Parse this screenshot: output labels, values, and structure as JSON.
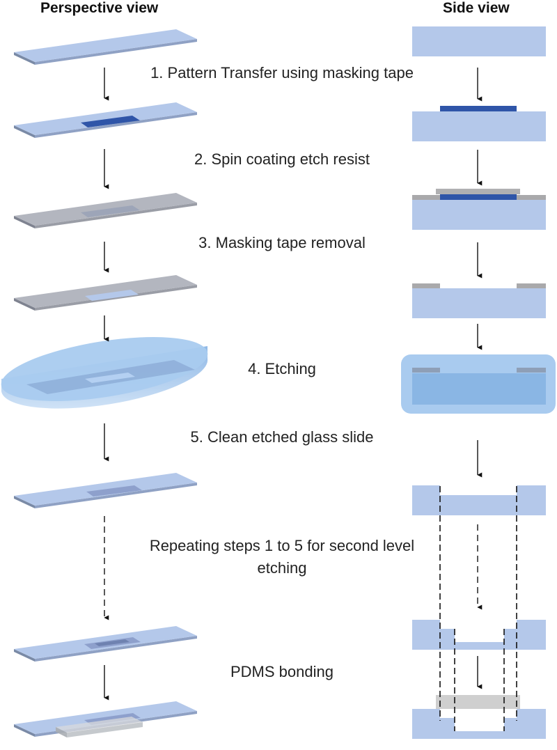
{
  "headers": {
    "perspective": "Perspective view",
    "side": "Side view"
  },
  "steps": [
    {
      "id": "pattern-transfer",
      "text": "1. Pattern Transfer using masking tape"
    },
    {
      "id": "spin-coating",
      "text": "2. Spin coating etch resist"
    },
    {
      "id": "tape-removal",
      "text": "3. Masking tape removal"
    },
    {
      "id": "etching",
      "text": "4. Etching"
    },
    {
      "id": "clean",
      "text": "5. Clean etched glass slide"
    },
    {
      "id": "repeat",
      "text": "Repeating steps 1 to 5 for second level etching"
    },
    {
      "id": "pdms",
      "text": "PDMS bonding"
    }
  ],
  "colors": {
    "glass": "#b4c8ea",
    "glass_edge": "#7a8aa6",
    "tape": "#2f55a8",
    "resist": "#a9a9ab",
    "resist_surface": "#b3b6bf",
    "etchant": "#8ab6e4",
    "etchant_light": "#a9cbef",
    "etched": "#8ea0cc",
    "pdms": "#cfcfcf",
    "arrow": "#111111"
  }
}
